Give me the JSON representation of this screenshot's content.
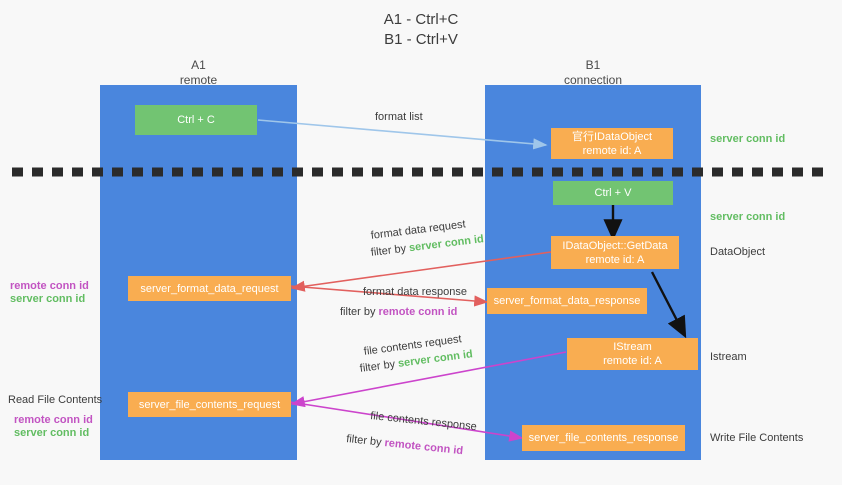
{
  "title": {
    "line1": "A1 - Ctrl+C",
    "line2": "B1 - Ctrl+V"
  },
  "columns": [
    {
      "name": "A1",
      "sub": "remote"
    },
    {
      "name": "B1",
      "sub": "connection"
    }
  ],
  "nodes": {
    "ctrl_c": {
      "line1": "Ctrl + C",
      "line2": ""
    },
    "idataobject": {
      "line1": "官行IDataObject",
      "line2": "remote id: A"
    },
    "ctrl_v": {
      "line1": "Ctrl + V",
      "line2": ""
    },
    "getdata": {
      "line1": "IDataObject::GetData",
      "line2": "remote id: A"
    },
    "format_data_request": {
      "line1": "server_format_data_request",
      "line2": ""
    },
    "format_data_response": {
      "line1": "server_format_data_response",
      "line2": ""
    },
    "istream": {
      "line1": "IStream",
      "line2": "remote id: A"
    },
    "file_contents_request": {
      "line1": "server_file_contents_request",
      "line2": ""
    },
    "file_contents_response": {
      "line1": "server_file_contents_response",
      "line2": ""
    }
  },
  "edges": {
    "format_list": {
      "label": "format list"
    },
    "format_data_request": {
      "line1": "format data request",
      "filter_prefix": "filter by ",
      "filter_value": "server conn id"
    },
    "format_data_response": {
      "line1": "format data response",
      "filter_prefix": "filter by ",
      "filter_value": "remote conn id"
    },
    "file_contents_request": {
      "line1": "file contents request",
      "filter_prefix": "filter by ",
      "filter_value": "server conn id"
    },
    "file_contents_response": {
      "line1": "file contents response",
      "filter_prefix": "filter by ",
      "filter_value": "remote conn id"
    }
  },
  "annotations": {
    "right_server_conn_top": "server conn id",
    "right_server_conn_mid": "server conn id",
    "right_dataobject": "DataObject",
    "right_istream": "Istream",
    "right_write_file": "Write File Contents",
    "left_remote_conn_mid": "remote conn id",
    "left_server_conn_mid": "server conn id",
    "left_read_file": "Read File Contents",
    "left_remote_conn_bot": "remote conn id",
    "left_server_conn_bot": "server conn id"
  },
  "colors": {
    "lane": "#4a86dd",
    "node_green": "#72c472",
    "node_orange": "#f9ad51",
    "server_conn": "#62bd62",
    "remote_conn": "#c254c2",
    "arrow_blue": "#9fc6ea",
    "arrow_red": "#e2605e",
    "arrow_pink": "#cc44cc",
    "arrow_dark": "#111111",
    "background": "#f8f8f8"
  }
}
